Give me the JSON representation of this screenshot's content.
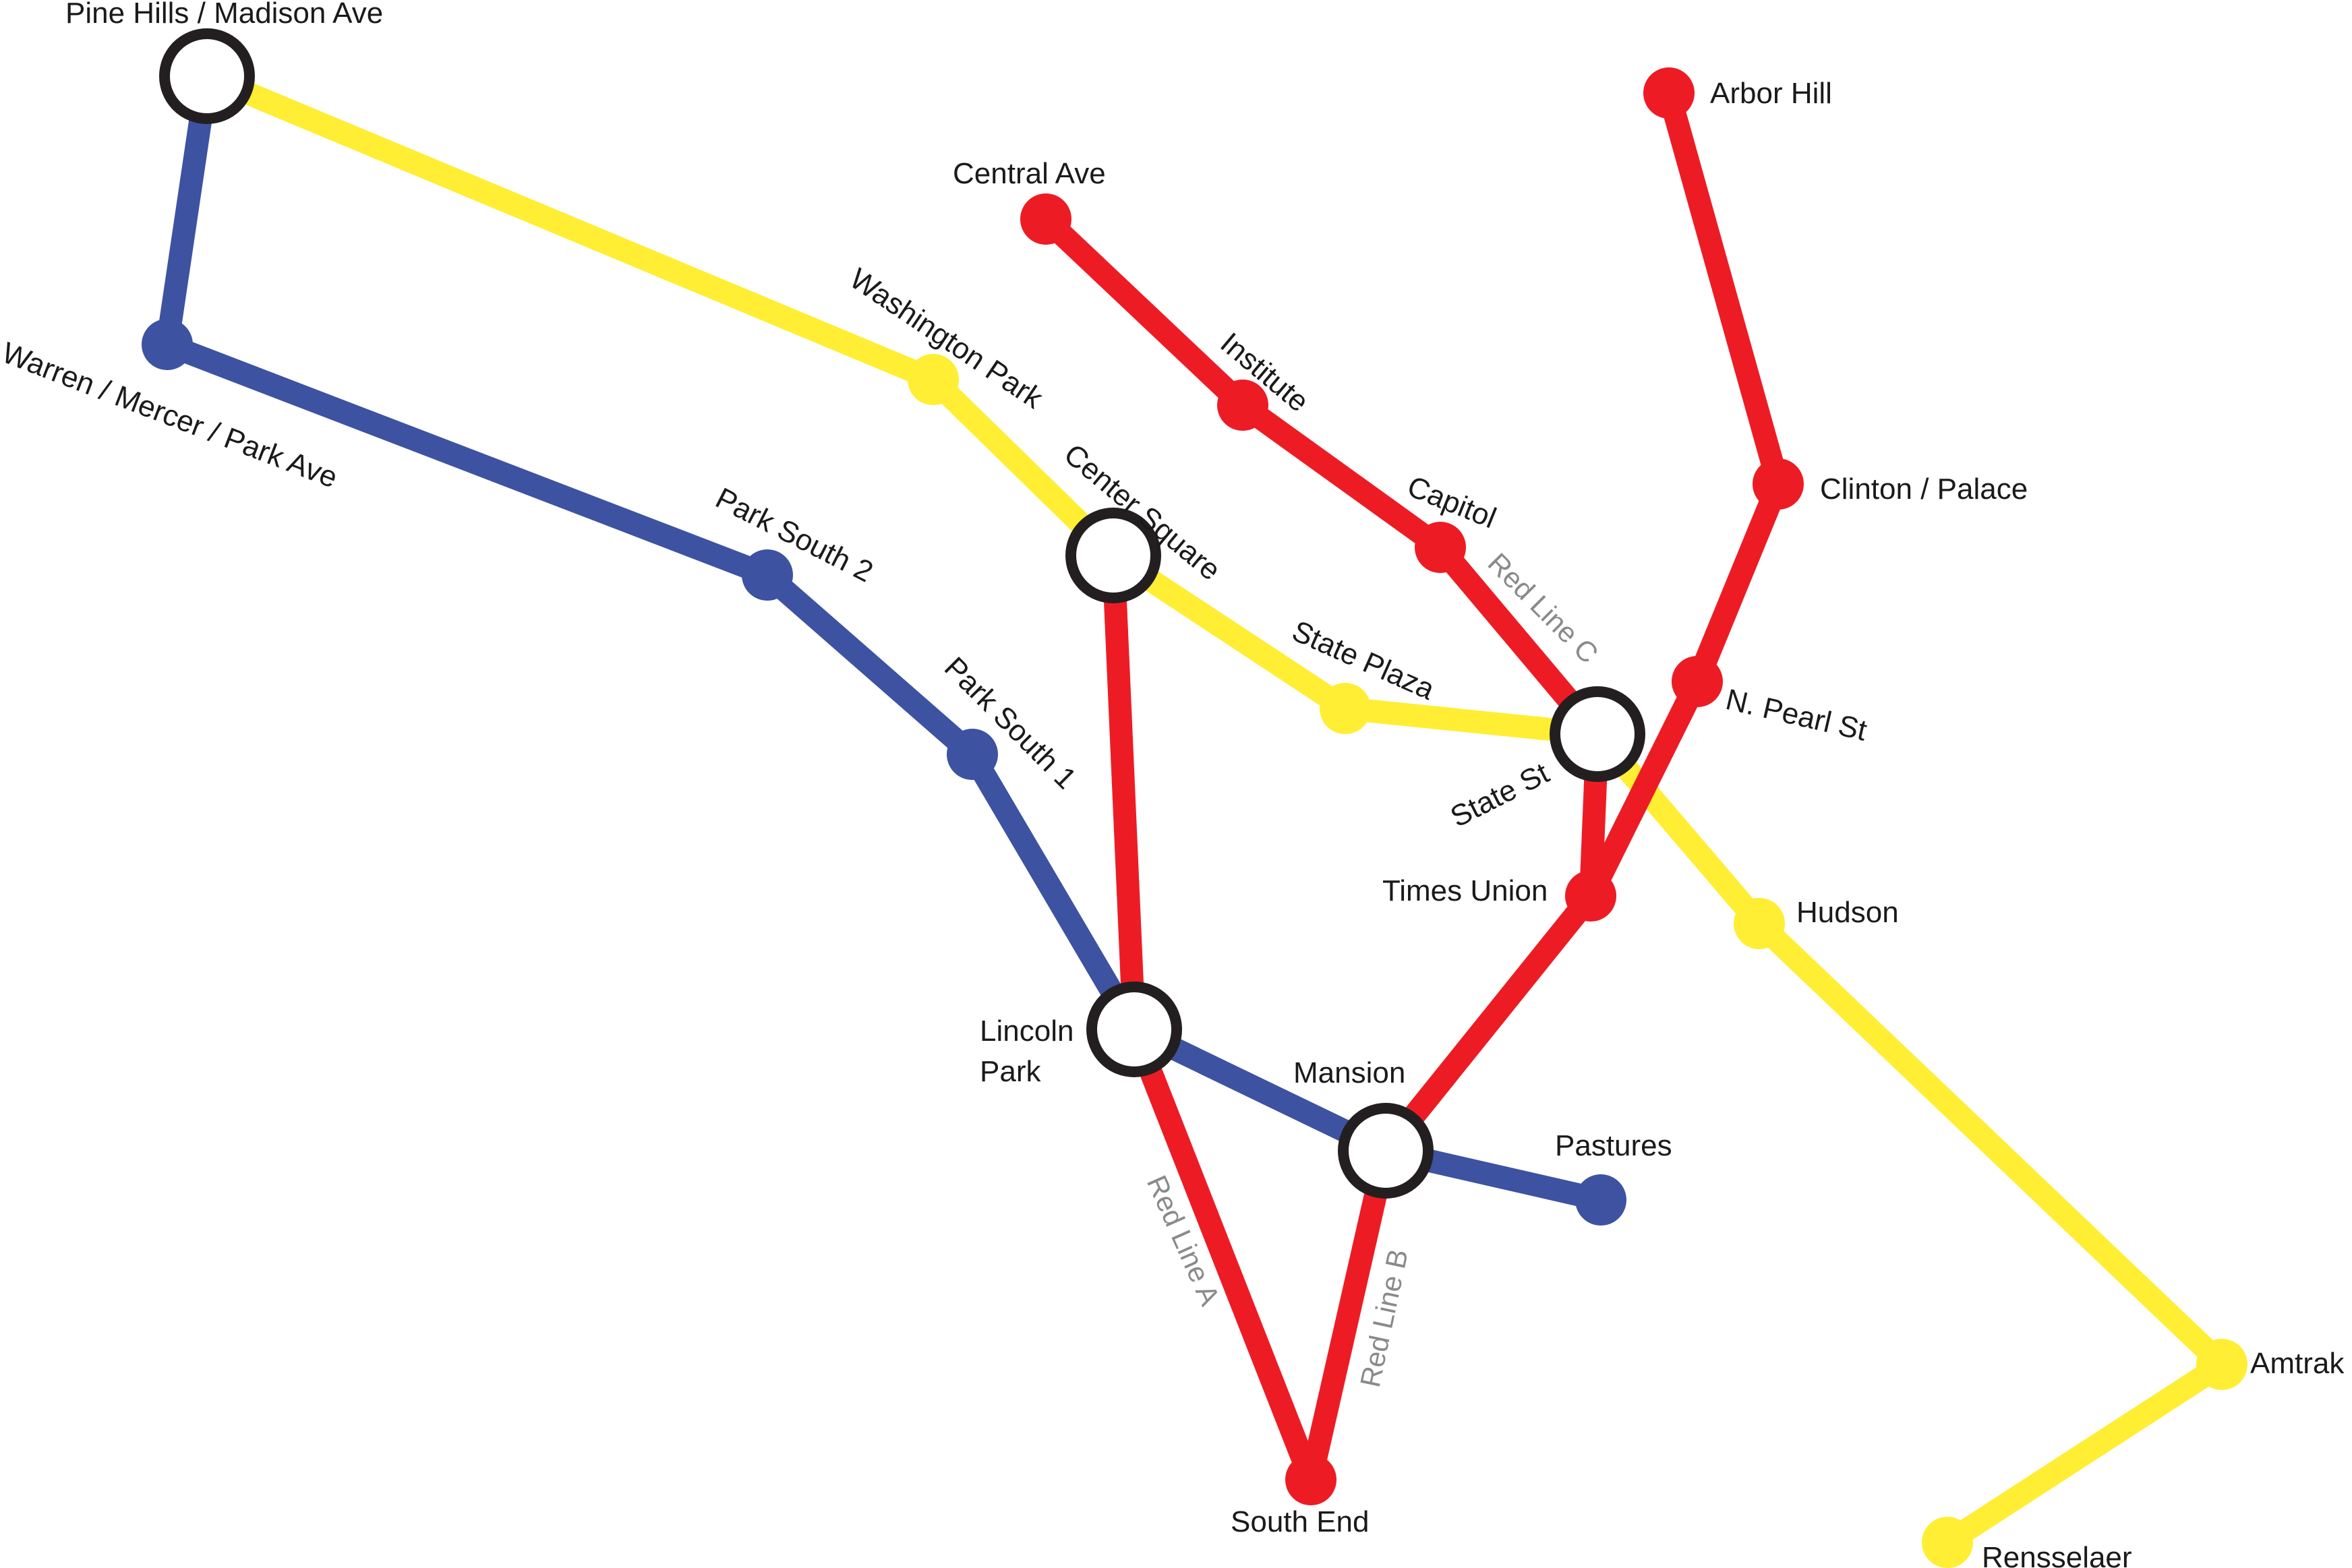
{
  "colors": {
    "yellow": "#FFEE33",
    "red": "#ED1C24",
    "blue": "#3D52A1",
    "interchange_ring": "#231F20",
    "background": "#FFFFFF",
    "station_text": "#1A1A1A",
    "line_label_text": "#8A8A8A"
  },
  "lines": [
    {
      "id": "yellow",
      "color_key": "yellow",
      "stations": [
        "Pine Hills / Madison Ave",
        "Washington Park",
        "Center Square",
        "State Plaza",
        "State St",
        "Hudson",
        "Amtrak",
        "Rensselaer"
      ]
    },
    {
      "id": "blue",
      "color_key": "blue",
      "stations": [
        "Pine Hills / Madison Ave",
        "Warren / Mercer / Park Ave",
        "Park South 2",
        "Park South 1",
        "Lincoln Park",
        "Mansion",
        "Pastures"
      ]
    },
    {
      "id": "red-a",
      "color_key": "red",
      "label": "Red Line A",
      "stations": [
        "Center Square",
        "Lincoln Park",
        "South End"
      ]
    },
    {
      "id": "red-b",
      "color_key": "red",
      "label": "Red Line B",
      "stations": [
        "South End",
        "Mansion",
        "Times Union",
        "N. Pearl St",
        "Clinton / Palace",
        "Arbor Hill"
      ]
    },
    {
      "id": "red-c",
      "color_key": "red",
      "label": "Red Line C",
      "stations": [
        "Central Ave",
        "Institute",
        "Capitol",
        "State St",
        "Times Union"
      ]
    }
  ],
  "stations": {
    "pine_hills": {
      "name": "Pine Hills / Madison Ave",
      "interchange": true
    },
    "warren": {
      "name": "Warren / Mercer / Park Ave",
      "interchange": false
    },
    "park_south_2": {
      "name": "Park South 2",
      "interchange": false
    },
    "park_south_1": {
      "name": "Park South 1",
      "interchange": false
    },
    "lincoln_park": {
      "name_line1": "Lincoln",
      "name_line2": "Park",
      "interchange": true
    },
    "mansion": {
      "name": "Mansion",
      "interchange": true
    },
    "pastures": {
      "name": "Pastures",
      "interchange": false
    },
    "washington_park": {
      "name": "Washington Park",
      "interchange": false
    },
    "center_square": {
      "name": "Center Square",
      "interchange": true
    },
    "state_plaza": {
      "name": "State Plaza",
      "interchange": false
    },
    "state_st": {
      "name": "State St",
      "interchange": true
    },
    "hudson": {
      "name": "Hudson",
      "interchange": false
    },
    "amtrak": {
      "name": "Amtrak",
      "interchange": false
    },
    "rensselaer": {
      "name": "Rensselaer",
      "interchange": false
    },
    "central_ave": {
      "name": "Central Ave",
      "interchange": false
    },
    "institute": {
      "name": "Institute",
      "interchange": false
    },
    "capitol": {
      "name": "Capitol",
      "interchange": false
    },
    "arbor_hill": {
      "name": "Arbor Hill",
      "interchange": false
    },
    "clinton_palace": {
      "name": "Clinton / Palace",
      "interchange": false
    },
    "n_pearl": {
      "name": "N. Pearl St",
      "interchange": false
    },
    "times_union": {
      "name": "Times Union",
      "interchange": false
    },
    "south_end": {
      "name": "South End",
      "interchange": false
    }
  },
  "line_labels": {
    "red_a": "Red Line A",
    "red_b": "Red Line B",
    "red_c": "Red Line C"
  }
}
